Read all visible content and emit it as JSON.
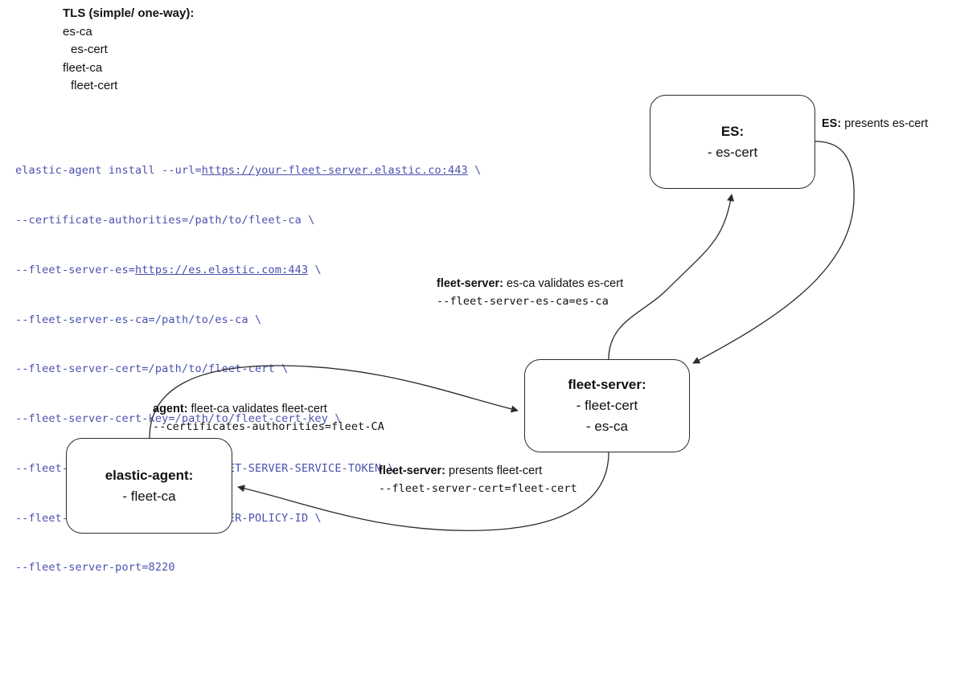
{
  "legend": {
    "title": "TLS (simple/ one-way):",
    "lines": [
      {
        "text": "es-ca",
        "indent": false
      },
      {
        "text": "es-cert",
        "indent": true
      },
      {
        "text": "fleet-ca",
        "indent": false
      },
      {
        "text": "fleet-cert",
        "indent": true
      }
    ]
  },
  "command": {
    "lines": [
      {
        "pre": "elastic-agent install --url=",
        "url": "https://your-fleet-server.elastic.co:443",
        "post": " \\"
      },
      {
        "pre": "--certificate-authorities=/path/to/fleet-ca \\",
        "url": "",
        "post": ""
      },
      {
        "pre": "--fleet-server-es=",
        "url": "https://es.elastic.com:443",
        "post": " \\"
      },
      {
        "pre": "--fleet-server-es-ca=/path/to/es-ca \\",
        "url": "",
        "post": ""
      },
      {
        "pre": "--fleet-server-cert=/path/to/fleet-cert \\",
        "url": "",
        "post": ""
      },
      {
        "pre": "--fleet-server-cert-key=/path/to/fleet-cert-key \\",
        "url": "",
        "post": ""
      },
      {
        "pre": "--fleet-server-service-token=FLEET-SERVER-SERVICE-TOKEN \\",
        "url": "",
        "post": ""
      },
      {
        "pre": "--fleet-server-policy=FLEET-SERVER-POLICY-ID \\",
        "url": "",
        "post": ""
      },
      {
        "pre": "--fleet-server-port=8220",
        "url": "",
        "post": ""
      }
    ],
    "text_color": "#4b50ae"
  },
  "nodes": {
    "es": {
      "title": "ES:",
      "items": [
        "- es-cert"
      ]
    },
    "fleet_server": {
      "title": "fleet-server:",
      "items": [
        "- fleet-cert",
        "- es-ca"
      ]
    },
    "elastic_agent": {
      "title": "elastic-agent:",
      "items": [
        "- fleet-ca"
      ]
    }
  },
  "edge_labels": {
    "es_presents": {
      "strong": "ES:",
      "rest": " presents es-cert",
      "mono": ""
    },
    "fleet_server_validates": {
      "strong": "fleet-server:",
      "rest": " es-ca validates es-cert",
      "mono": "--fleet-server-es-ca=es-ca"
    },
    "agent_validates": {
      "strong": "agent:",
      "rest": " fleet-ca validates fleet-cert",
      "mono": "--certificates-authorities=fleet-CA"
    },
    "fleet_server_presents": {
      "strong": "fleet-server:",
      "rest": " presents fleet-cert",
      "mono": "--fleet-server-cert=fleet-cert"
    }
  },
  "style": {
    "box_border_color": "#2b2b2b",
    "connector_color": "#333333",
    "background": "#ffffff",
    "text_color": "#111111"
  }
}
